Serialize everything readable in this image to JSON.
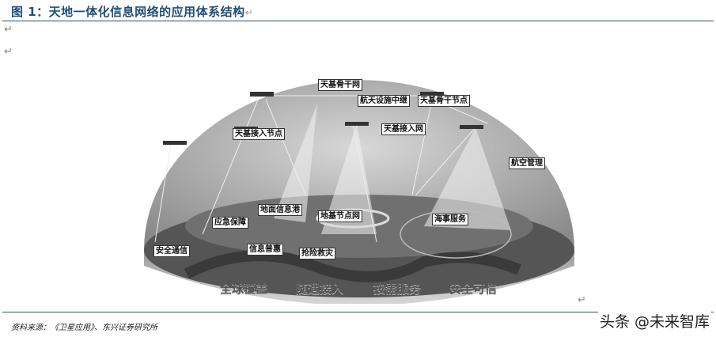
{
  "document": {
    "figure_title": "图 1：天地一体化信息网络的应用体系结构",
    "paragraph_mark": "↵",
    "source": "资料来源：《卫星应用》、东兴证券研究所",
    "watermark": "头条 @未来智库"
  },
  "figure": {
    "labels": {
      "backbone_net": "天基骨干网",
      "relay": "航天设施中继",
      "backbone_node": "天基骨干节点",
      "access_node": "天基接入节点",
      "access_net": "天基接入网",
      "aviation": "航空管理",
      "emergency": "应急保障",
      "ground_port": "地面信息港",
      "ground_node_net": "地基节点网",
      "maritime": "海事服务",
      "secure_comm": "安全通信",
      "info_inclusive": "信息普惠",
      "rescue": "抢险救灾"
    },
    "slogans": [
      "全球覆盖",
      "随遇接入",
      "按需服务",
      "安全可信"
    ]
  }
}
